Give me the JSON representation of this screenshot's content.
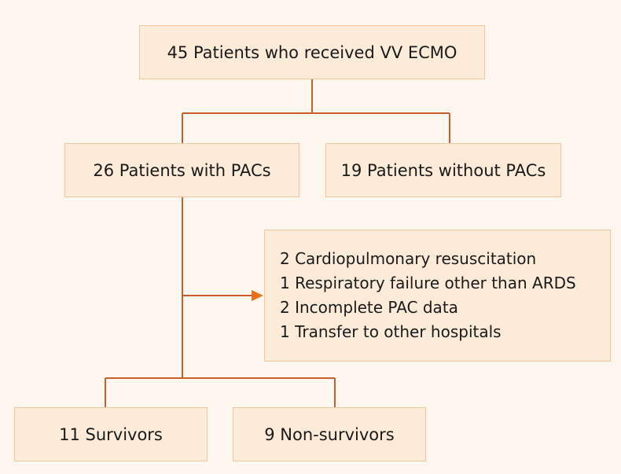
{
  "nodes": {
    "top": {
      "label": "45 Patients who received VV ECMO"
    },
    "with_pacs": {
      "label": "26 Patients with PACs"
    },
    "without_pacs": {
      "label": "19 Patients without PACs"
    },
    "exclusions": {
      "items": [
        {
          "label": "2 Cardiopulmonary resuscitation"
        },
        {
          "label": "1 Respiratory failure other than ARDS"
        },
        {
          "label": "2 Incomplete PAC data"
        },
        {
          "label": "1 Transfer to other hospitals"
        }
      ]
    },
    "survivors": {
      "label": "11 Survivors"
    },
    "non_survivors": {
      "label": "9 Non-survivors"
    }
  },
  "colors": {
    "background": "#fef7f0",
    "box_fill": "#fdebd9",
    "box_border": "#f2c7a0",
    "connector": "#c8602a",
    "arrow": "#e8701f"
  }
}
